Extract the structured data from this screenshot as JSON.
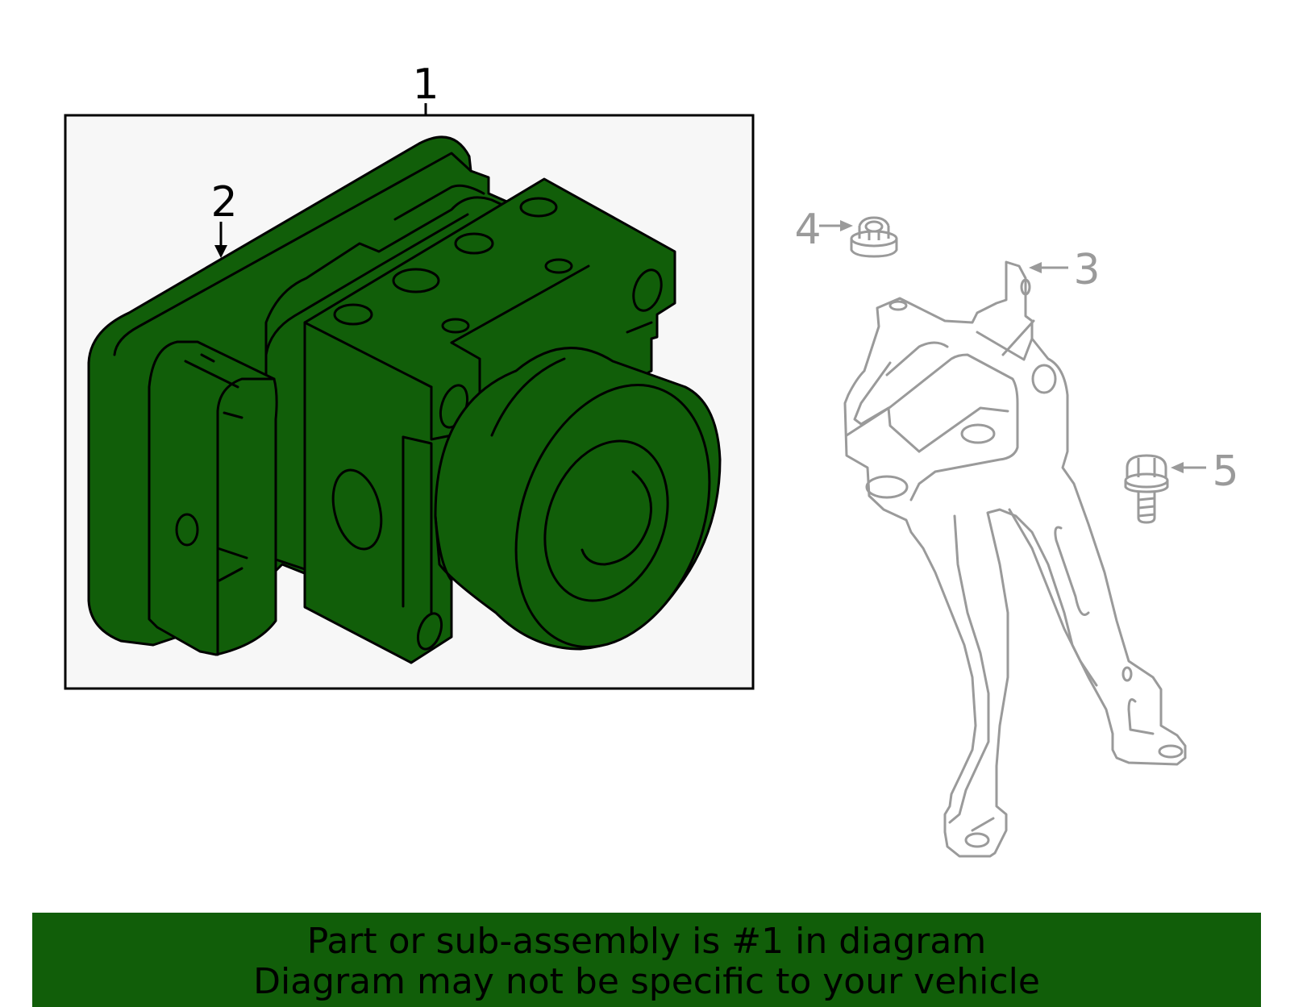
{
  "colors": {
    "highlight_fill": "#115e09",
    "panel_background": "#f7f7f7",
    "outline": "#000000",
    "secondary_parts": "#9a9a9a",
    "banner_background": "#115e09"
  },
  "callouts": [
    {
      "id": "1",
      "label": "1",
      "highlighted": true
    },
    {
      "id": "2",
      "label": "2",
      "highlighted": true
    },
    {
      "id": "3",
      "label": "3",
      "highlighted": false
    },
    {
      "id": "4",
      "label": "4",
      "highlighted": false
    },
    {
      "id": "5",
      "label": "5",
      "highlighted": false
    }
  ],
  "banner": {
    "line1": "Part or sub-assembly is #1 in diagram",
    "line2": "Diagram may not be specific to your vehicle"
  }
}
